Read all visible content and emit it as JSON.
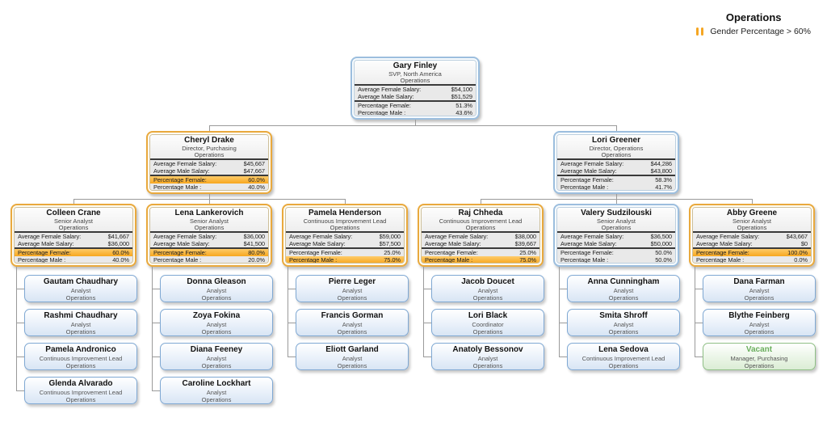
{
  "legend": {
    "title": "Operations",
    "item": "Gender Percentage > 60%",
    "highlight_color": "#F5A623"
  },
  "row_labels": {
    "avg_female": "Average Female Salary:",
    "avg_male": "Average Male Salary:",
    "pct_female": "Percentage Female:",
    "pct_male": "Percentage Male :"
  },
  "colors": {
    "orange_border": "#E9A93D",
    "blue_border": "#9CBEDE",
    "green_border": "#8FBF85",
    "highlight_row": "#F7A71F",
    "vacant_text": "#6BAE5E",
    "connector": "#9A9A9A"
  },
  "org": {
    "name": "Gary Finley",
    "title": "SVP, North America",
    "dept": "Operations",
    "avg_female": "$54,100",
    "avg_male": "$51,529",
    "pct_female": "51.3%",
    "pct_male": "43.6%",
    "highlight": null,
    "children": [
      {
        "name": "Cheryl Drake",
        "title": "Director, Purchasing",
        "dept": "Operations",
        "avg_female": "$45,667",
        "avg_male": "$47,667",
        "pct_female": "60.0%",
        "pct_male": "40.0%",
        "highlight": "female",
        "children": [
          {
            "name": "Colleen Crane",
            "title": "Senior Analyst",
            "dept": "Operations",
            "avg_female": "$41,667",
            "avg_male": "$36,000",
            "pct_female": "60.0%",
            "pct_male": "40.0%",
            "highlight": "female",
            "leaves": [
              {
                "name": "Gautam Chaudhary",
                "title": "Analyst",
                "dept": "Operations"
              },
              {
                "name": "Rashmi Chaudhary",
                "title": "Analyst",
                "dept": "Operations"
              },
              {
                "name": "Pamela Andronico",
                "title": "Continuous Improvement Lead",
                "dept": "Operations"
              },
              {
                "name": "Glenda Alvarado",
                "title": "Continuous Improvement Lead",
                "dept": "Operations"
              }
            ]
          },
          {
            "name": "Lena Lankerovich",
            "title": "Senior Analyst",
            "dept": "Operations",
            "avg_female": "$36,000",
            "avg_male": "$41,500",
            "pct_female": "80.0%",
            "pct_male": "20.0%",
            "highlight": "female",
            "leaves": [
              {
                "name": "Donna Gleason",
                "title": "Analyst",
                "dept": "Operations"
              },
              {
                "name": "Zoya Fokina",
                "title": "Analyst",
                "dept": "Operations"
              },
              {
                "name": "Diana Feeney",
                "title": "Analyst",
                "dept": "Operations"
              },
              {
                "name": "Caroline Lockhart",
                "title": "Analyst",
                "dept": "Operations"
              }
            ]
          },
          {
            "name": "Pamela Henderson",
            "title": "Continuous Improvement Lead",
            "dept": "Operations",
            "avg_female": "$59,000",
            "avg_male": "$57,500",
            "pct_female": "25.0%",
            "pct_male": "75.0%",
            "highlight": "male",
            "leaves": [
              {
                "name": "Pierre Leger",
                "title": "Analyst",
                "dept": "Operations"
              },
              {
                "name": "Francis Gorman",
                "title": "Analyst",
                "dept": "Operations"
              },
              {
                "name": "Eliott Garland",
                "title": "Analyst",
                "dept": "Operations"
              }
            ]
          }
        ]
      },
      {
        "name": "Lori Greener",
        "title": "Director, Operations",
        "dept": "Operations",
        "avg_female": "$44,286",
        "avg_male": "$43,800",
        "pct_female": "58.3%",
        "pct_male": "41.7%",
        "highlight": null,
        "children": [
          {
            "name": "Raj Chheda",
            "title": "Continuous Improvement Lead",
            "dept": "Operations",
            "avg_female": "$38,000",
            "avg_male": "$39,667",
            "pct_female": "25.0%",
            "pct_male": "75.0%",
            "highlight": "male",
            "leaves": [
              {
                "name": "Jacob Doucet",
                "title": "Analyst",
                "dept": "Operations"
              },
              {
                "name": "Lori Black",
                "title": "Coordinator",
                "dept": "Operations"
              },
              {
                "name": "Anatoly Bessonov",
                "title": "Analyst",
                "dept": "Operations"
              }
            ]
          },
          {
            "name": "Valery Sudzilouski",
            "title": "Senior Analyst",
            "dept": "Operations",
            "avg_female": "$36,500",
            "avg_male": "$50,000",
            "pct_female": "50.0%",
            "pct_male": "50.0%",
            "highlight": null,
            "leaves": [
              {
                "name": "Anna Cunningham",
                "title": "Analyst",
                "dept": "Operations"
              },
              {
                "name": "Smita Shroff",
                "title": "Analyst",
                "dept": "Operations"
              },
              {
                "name": "Lena Sedova",
                "title": "Continuous Improvement Lead",
                "dept": "Operations"
              }
            ]
          },
          {
            "name": "Abby Greene",
            "title": "Senior Analyst",
            "dept": "Operations",
            "avg_female": "$43,667",
            "avg_male": "$0",
            "pct_female": "100.0%",
            "pct_male": "0.0%",
            "highlight": "female",
            "leaves": [
              {
                "name": "Dana Farman",
                "title": "Analyst",
                "dept": "Operations"
              },
              {
                "name": "Blythe Feinberg",
                "title": "Analyst",
                "dept": "Operations"
              },
              {
                "name": "Vacant",
                "title": "Manager, Purchasing",
                "dept": "Operations",
                "vacant": true
              }
            ]
          }
        ]
      }
    ]
  }
}
